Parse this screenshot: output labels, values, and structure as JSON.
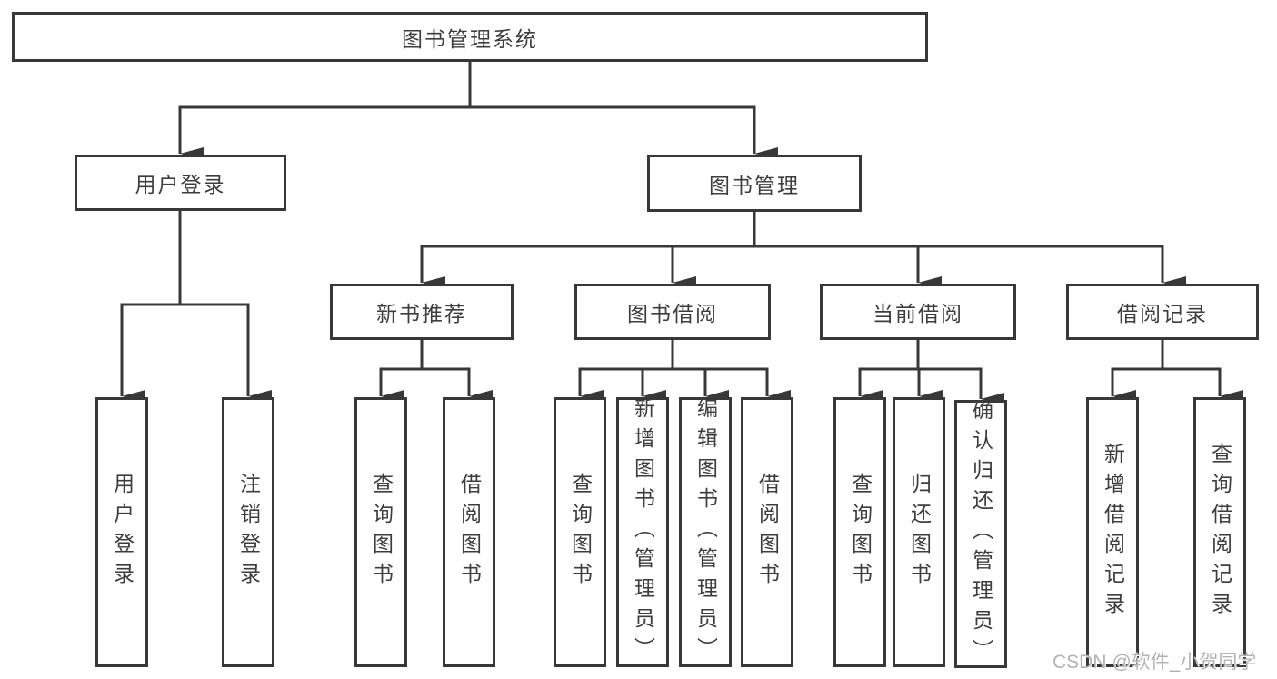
{
  "diagram_title": "图书管理系统",
  "nodes": {
    "root": {
      "label": "图书管理系统"
    },
    "user_login": {
      "label": "用户登录"
    },
    "book_management": {
      "label": "图书管理"
    },
    "new_book_recommend": {
      "label": "新书推荐"
    },
    "book_borrow": {
      "label": "图书借阅"
    },
    "current_borrow": {
      "label": "当前借阅"
    },
    "borrow_records": {
      "label": "借阅记录"
    },
    "leaf_user_login": {
      "label": "用户登录"
    },
    "leaf_logout": {
      "label": "注销登录"
    },
    "leaf_query_book_1": {
      "label": "查询图书"
    },
    "leaf_borrow_book_1": {
      "label": "借阅图书"
    },
    "leaf_query_book_2": {
      "label": "查询图书"
    },
    "leaf_add_book": {
      "label": "新增图书（管理员）"
    },
    "leaf_edit_book": {
      "label": "编辑图书（管理员）"
    },
    "leaf_borrow_book_2": {
      "label": "借阅图书"
    },
    "leaf_query_book_3": {
      "label": "查询图书"
    },
    "leaf_return_book": {
      "label": "归还图书"
    },
    "leaf_confirm_return": {
      "label": "确认归还（管理员）"
    },
    "leaf_add_borrow_record": {
      "label": "新增借阅记录"
    },
    "leaf_query_borrow_record": {
      "label": "查询借阅记录"
    }
  },
  "hierarchy": {
    "图书管理系统": {
      "用户登录": [
        "用户登录",
        "注销登录"
      ],
      "图书管理": {
        "新书推荐": [
          "查询图书",
          "借阅图书"
        ],
        "图书借阅": [
          "查询图书",
          "新增图书（管理员）",
          "编辑图书（管理员）",
          "借阅图书"
        ],
        "当前借阅": [
          "查询图书",
          "归还图书",
          "确认归还（管理员）"
        ],
        "借阅记录": [
          "新增借阅记录",
          "查询借阅记录"
        ]
      }
    }
  },
  "watermark": {
    "text": "CSDN @软件_小贺同学"
  },
  "colors": {
    "line": "#383838",
    "box_border": "#383838",
    "text": "#3d3d3d",
    "watermark": "#b3b3b3",
    "background": "#ffffff"
  }
}
